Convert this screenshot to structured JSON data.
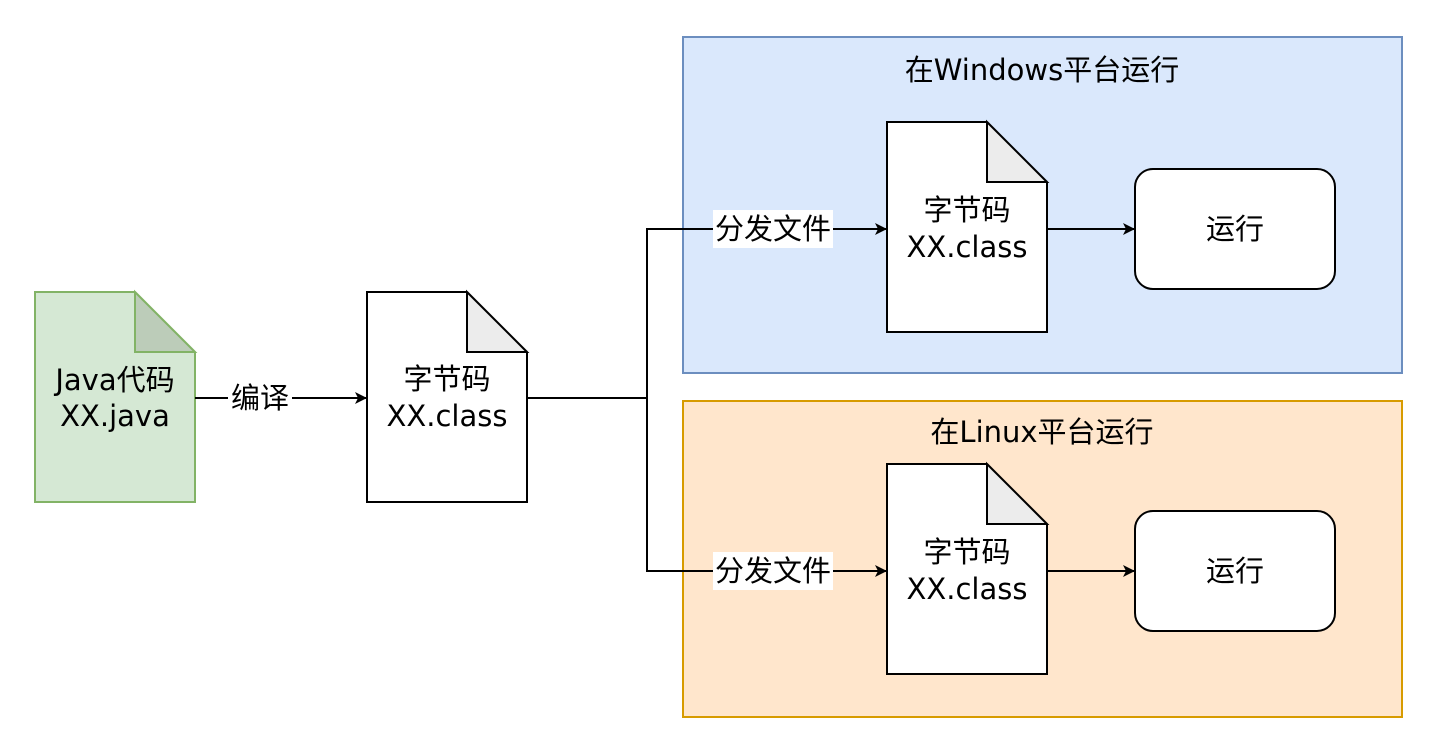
{
  "colors": {
    "windows_fill": "#dae8fc",
    "windows_stroke": "#6c8ebf",
    "linux_fill": "#ffe6cc",
    "linux_stroke": "#d79b00",
    "source_fill": "#d5e8d4",
    "source_stroke": "#82b366",
    "fold_default": "#ececec",
    "fold_source": "#bcccb9",
    "line": "#000000"
  },
  "source": {
    "line1": "Java代码",
    "line2": "XX.java"
  },
  "compile_edge": {
    "label": "编译"
  },
  "bytecode": {
    "line1": "字节码",
    "line2": "XX.class"
  },
  "windows": {
    "title": "在Windows平台运行",
    "edge_label": "分发文件",
    "file": {
      "line1": "字节码",
      "line2": "XX.class"
    },
    "run": {
      "label": "运行"
    }
  },
  "linux": {
    "title": "在Linux平台运行",
    "edge_label": "分发文件",
    "file": {
      "line1": "字节码",
      "line2": "XX.class"
    },
    "run": {
      "label": "运行"
    }
  }
}
